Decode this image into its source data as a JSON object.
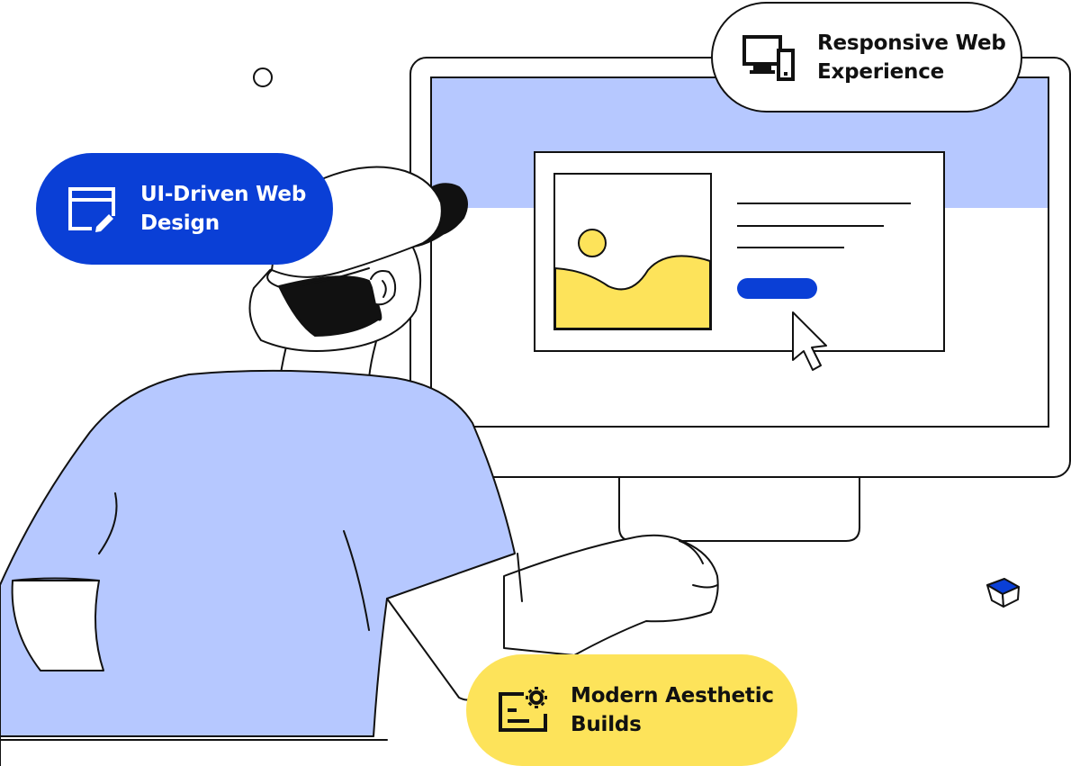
{
  "badges": {
    "responsive": {
      "label": "Responsive Web\nExperience",
      "icon": "responsive-devices-icon"
    },
    "ui_design": {
      "label": "UI-Driven Web\nDesign",
      "icon": "window-edit-icon"
    },
    "aesthetic": {
      "label": "Modern Aesthetic\nBuilds",
      "icon": "window-gear-icon"
    }
  },
  "colors": {
    "brand_blue": "#0a3fd6",
    "light_blue": "#b6c8ff",
    "yellow": "#fde35a",
    "outline": "#111111"
  }
}
